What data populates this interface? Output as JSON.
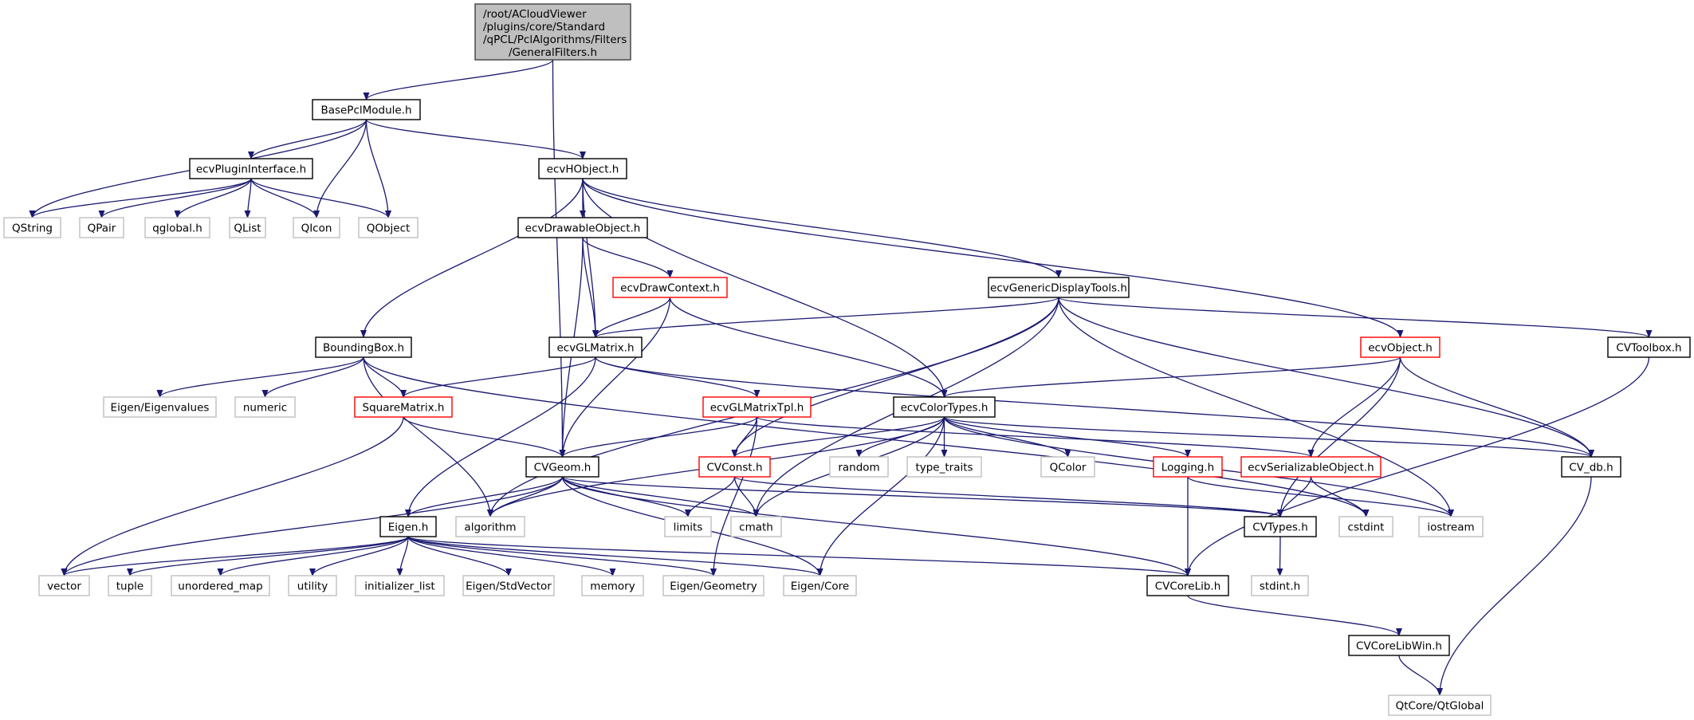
{
  "diagram": {
    "type": "include-dependency-graph",
    "colors": {
      "edge": "#191970",
      "node_border": "#000000",
      "node_border_red": "#ff0000",
      "node_border_gray": "#bfbfbf",
      "root_fill": "#bfbfbf",
      "node_fill": "#ffffff"
    },
    "nodes": [
      {
        "id": "root",
        "style": "root",
        "label_lines": [
          "/root/ACloudViewer",
          "/plugins/core/Standard",
          "/qPCL/PclAlgorithms/Filters",
          "/GeneralFilters.h"
        ]
      },
      {
        "id": "BasePclModule",
        "style": "normal",
        "label": "BasePclModule.h"
      },
      {
        "id": "ecvPluginInterface",
        "style": "normal",
        "label": "ecvPluginInterface.h"
      },
      {
        "id": "ecvHObject",
        "style": "normal",
        "label": "ecvHObject.h"
      },
      {
        "id": "QString",
        "style": "gray",
        "label": "QString"
      },
      {
        "id": "QPair",
        "style": "gray",
        "label": "QPair"
      },
      {
        "id": "qglobal",
        "style": "gray",
        "label": "qglobal.h"
      },
      {
        "id": "QList",
        "style": "gray",
        "label": "QList"
      },
      {
        "id": "QIcon",
        "style": "gray",
        "label": "QIcon"
      },
      {
        "id": "QObject",
        "style": "gray",
        "label": "QObject"
      },
      {
        "id": "ecvDrawableObject",
        "style": "normal",
        "label": "ecvDrawableObject.h"
      },
      {
        "id": "ecvDrawContext",
        "style": "red",
        "label": "ecvDrawContext.h"
      },
      {
        "id": "ecvGenericDisplayTools",
        "style": "normal",
        "label": "ecvGenericDisplayTools.h"
      },
      {
        "id": "BoundingBox",
        "style": "normal",
        "label": "BoundingBox.h"
      },
      {
        "id": "ecvGLMatrix",
        "style": "normal",
        "label": "ecvGLMatrix.h"
      },
      {
        "id": "ecvObject",
        "style": "red",
        "label": "ecvObject.h"
      },
      {
        "id": "CVToolbox",
        "style": "normal",
        "label": "CVToolbox.h"
      },
      {
        "id": "EigenEigenvalues",
        "style": "gray",
        "label": "Eigen/Eigenvalues"
      },
      {
        "id": "numeric",
        "style": "gray",
        "label": "numeric"
      },
      {
        "id": "SquareMatrix",
        "style": "red",
        "label": "SquareMatrix.h"
      },
      {
        "id": "ecvGLMatrixTpl",
        "style": "red",
        "label": "ecvGLMatrixTpl.h"
      },
      {
        "id": "ecvColorTypes",
        "style": "normal",
        "label": "ecvColorTypes.h"
      },
      {
        "id": "CVGeom",
        "style": "normal",
        "label": "CVGeom.h"
      },
      {
        "id": "CVConst",
        "style": "red",
        "label": "CVConst.h"
      },
      {
        "id": "random",
        "style": "gray",
        "label": "random"
      },
      {
        "id": "type_traits",
        "style": "gray",
        "label": "type_traits"
      },
      {
        "id": "QColor",
        "style": "gray",
        "label": "QColor"
      },
      {
        "id": "Logging",
        "style": "red",
        "label": "Logging.h"
      },
      {
        "id": "ecvSerializableObject",
        "style": "red",
        "label": "ecvSerializableObject.h"
      },
      {
        "id": "CV_db",
        "style": "normal",
        "label": "CV_db.h"
      },
      {
        "id": "EigenH",
        "style": "normal",
        "label": "Eigen.h"
      },
      {
        "id": "algorithm",
        "style": "gray",
        "label": "algorithm"
      },
      {
        "id": "limits",
        "style": "gray",
        "label": "limits"
      },
      {
        "id": "cmath",
        "style": "gray",
        "label": "cmath"
      },
      {
        "id": "CVTypes",
        "style": "normal",
        "label": "CVTypes.h"
      },
      {
        "id": "cstdint",
        "style": "gray",
        "label": "cstdint"
      },
      {
        "id": "iostream",
        "style": "gray",
        "label": "iostream"
      },
      {
        "id": "vector",
        "style": "gray",
        "label": "vector"
      },
      {
        "id": "tuple",
        "style": "gray",
        "label": "tuple"
      },
      {
        "id": "unordered_map",
        "style": "gray",
        "label": "unordered_map"
      },
      {
        "id": "utility",
        "style": "gray",
        "label": "utility"
      },
      {
        "id": "initializer_list",
        "style": "gray",
        "label": "initializer_list"
      },
      {
        "id": "EigenStdVector",
        "style": "gray",
        "label": "Eigen/StdVector"
      },
      {
        "id": "memory",
        "style": "gray",
        "label": "memory"
      },
      {
        "id": "EigenGeometry",
        "style": "gray",
        "label": "Eigen/Geometry"
      },
      {
        "id": "EigenCore",
        "style": "gray",
        "label": "Eigen/Core"
      },
      {
        "id": "CVCoreLib",
        "style": "normal",
        "label": "CVCoreLib.h"
      },
      {
        "id": "stdint",
        "style": "gray",
        "label": "stdint.h"
      },
      {
        "id": "CVCoreLibWin",
        "style": "normal",
        "label": "CVCoreLibWin.h"
      },
      {
        "id": "QtGlobal",
        "style": "gray",
        "label": "QtCore/QtGlobal"
      }
    ],
    "edges": [
      [
        "root",
        "BasePclModule"
      ],
      [
        "root",
        "CVGeom"
      ],
      [
        "BasePclModule",
        "QString"
      ],
      [
        "BasePclModule",
        "ecvPluginInterface"
      ],
      [
        "BasePclModule",
        "QIcon"
      ],
      [
        "BasePclModule",
        "QObject"
      ],
      [
        "BasePclModule",
        "ecvHObject"
      ],
      [
        "ecvPluginInterface",
        "QString"
      ],
      [
        "ecvPluginInterface",
        "QPair"
      ],
      [
        "ecvPluginInterface",
        "qglobal"
      ],
      [
        "ecvPluginInterface",
        "QList"
      ],
      [
        "ecvPluginInterface",
        "QIcon"
      ],
      [
        "ecvPluginInterface",
        "QObject"
      ],
      [
        "ecvHObject",
        "BoundingBox"
      ],
      [
        "ecvHObject",
        "ecvGLMatrix"
      ],
      [
        "ecvHObject",
        "ecvDrawableObject"
      ],
      [
        "ecvHObject",
        "ecvColorTypes"
      ],
      [
        "ecvHObject",
        "ecvGenericDisplayTools"
      ],
      [
        "ecvHObject",
        "ecvObject"
      ],
      [
        "ecvDrawableObject",
        "ecvGLMatrix"
      ],
      [
        "ecvDrawableObject",
        "CVGeom"
      ],
      [
        "ecvDrawableObject",
        "ecvDrawContext"
      ],
      [
        "ecvDrawContext",
        "ecvGLMatrix"
      ],
      [
        "ecvDrawContext",
        "CVGeom"
      ],
      [
        "ecvDrawContext",
        "ecvColorTypes"
      ],
      [
        "ecvGenericDisplayTools",
        "ecvGLMatrix"
      ],
      [
        "ecvGenericDisplayTools",
        "algorithm"
      ],
      [
        "ecvGenericDisplayTools",
        "CVConst"
      ],
      [
        "ecvGenericDisplayTools",
        "cmath"
      ],
      [
        "ecvGenericDisplayTools",
        "iostream"
      ],
      [
        "ecvGenericDisplayTools",
        "CV_db"
      ],
      [
        "ecvGenericDisplayTools",
        "CVToolbox"
      ],
      [
        "BoundingBox",
        "EigenEigenvalues"
      ],
      [
        "BoundingBox",
        "numeric"
      ],
      [
        "BoundingBox",
        "SquareMatrix"
      ],
      [
        "BoundingBox",
        "algorithm"
      ],
      [
        "BoundingBox",
        "cstdint"
      ],
      [
        "ecvGLMatrix",
        "SquareMatrix"
      ],
      [
        "ecvGLMatrix",
        "EigenH"
      ],
      [
        "ecvGLMatrix",
        "ecvGLMatrixTpl"
      ],
      [
        "ecvGLMatrix",
        "CV_db"
      ],
      [
        "ecvObject",
        "ecvColorTypes"
      ],
      [
        "ecvObject",
        "ecvSerializableObject"
      ],
      [
        "ecvObject",
        "CVTypes"
      ],
      [
        "ecvObject",
        "CV_db"
      ],
      [
        "CVToolbox",
        "CVCoreLib"
      ],
      [
        "SquareMatrix",
        "vector"
      ],
      [
        "SquareMatrix",
        "CVGeom"
      ],
      [
        "ecvGLMatrixTpl",
        "CVGeom"
      ],
      [
        "ecvGLMatrixTpl",
        "CVConst"
      ],
      [
        "ecvGLMatrixTpl",
        "EigenGeometry"
      ],
      [
        "ecvGLMatrixTpl",
        "ecvSerializableObject"
      ],
      [
        "ecvColorTypes",
        "algorithm"
      ],
      [
        "ecvColorTypes",
        "CVConst"
      ],
      [
        "ecvColorTypes",
        "random"
      ],
      [
        "ecvColorTypes",
        "type_traits"
      ],
      [
        "ecvColorTypes",
        "QColor"
      ],
      [
        "ecvColorTypes",
        "Logging"
      ],
      [
        "ecvColorTypes",
        "cmath"
      ],
      [
        "ecvColorTypes",
        "EigenCore"
      ],
      [
        "ecvColorTypes",
        "CV_db"
      ],
      [
        "ecvColorTypes",
        "iostream"
      ],
      [
        "CVGeom",
        "EigenH"
      ],
      [
        "CVGeom",
        "algorithm"
      ],
      [
        "CVGeom",
        "limits"
      ],
      [
        "CVGeom",
        "cmath"
      ],
      [
        "CVGeom",
        "vector"
      ],
      [
        "CVGeom",
        "CVTypes"
      ],
      [
        "CVGeom",
        "EigenCore"
      ],
      [
        "CVGeom",
        "CVCoreLib"
      ],
      [
        "CVConst",
        "limits"
      ],
      [
        "CVConst",
        "cmath"
      ],
      [
        "CVConst",
        "CVTypes"
      ],
      [
        "Logging",
        "CVCoreLib"
      ],
      [
        "Logging",
        "iostream"
      ],
      [
        "ecvSerializableObject",
        "CVTypes"
      ],
      [
        "ecvSerializableObject",
        "cstdint"
      ],
      [
        "CV_db",
        "QtGlobal"
      ],
      [
        "EigenH",
        "vector"
      ],
      [
        "EigenH",
        "tuple"
      ],
      [
        "EigenH",
        "unordered_map"
      ],
      [
        "EigenH",
        "utility"
      ],
      [
        "EigenH",
        "initializer_list"
      ],
      [
        "EigenH",
        "EigenStdVector"
      ],
      [
        "EigenH",
        "memory"
      ],
      [
        "EigenH",
        "EigenGeometry"
      ],
      [
        "EigenH",
        "EigenCore"
      ],
      [
        "EigenH",
        "CVCoreLib"
      ],
      [
        "CVTypes",
        "stdint"
      ],
      [
        "CVCoreLib",
        "CVCoreLibWin"
      ],
      [
        "CVCoreLibWin",
        "QtGlobal"
      ]
    ]
  }
}
